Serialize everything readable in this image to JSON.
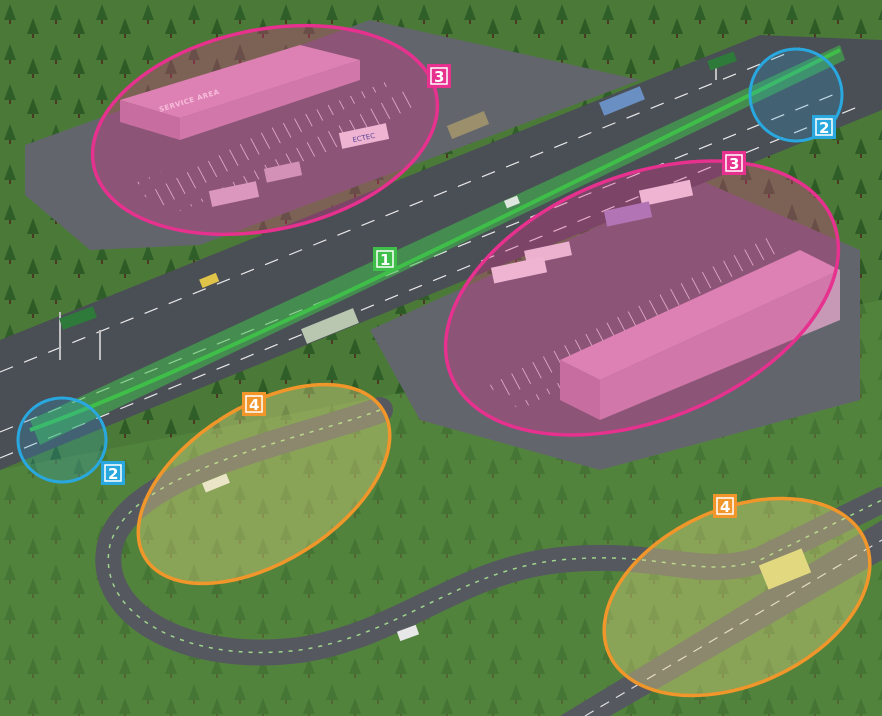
{
  "colors": {
    "grass": "#4f7d3c",
    "grass_light": "#6f9a4e",
    "asphalt": "#4a4e55",
    "plaza": "#6b6e74",
    "green_zone": "#3fbf4a",
    "blue_zone": "#29a8e0",
    "pink_zone": "#e6318e",
    "orange_zone": "#f0962a"
  },
  "badges": [
    {
      "number": "1",
      "zone": "green"
    },
    {
      "number": "2",
      "zone": "blue"
    },
    {
      "number": "2",
      "zone": "blue"
    },
    {
      "number": "3",
      "zone": "pink"
    },
    {
      "number": "3",
      "zone": "pink"
    },
    {
      "number": "4",
      "zone": "orange"
    },
    {
      "number": "4",
      "zone": "orange"
    }
  ],
  "signs": {
    "service_area_roof": "SERVICE AREA",
    "truck_brand": "ECTEC"
  }
}
